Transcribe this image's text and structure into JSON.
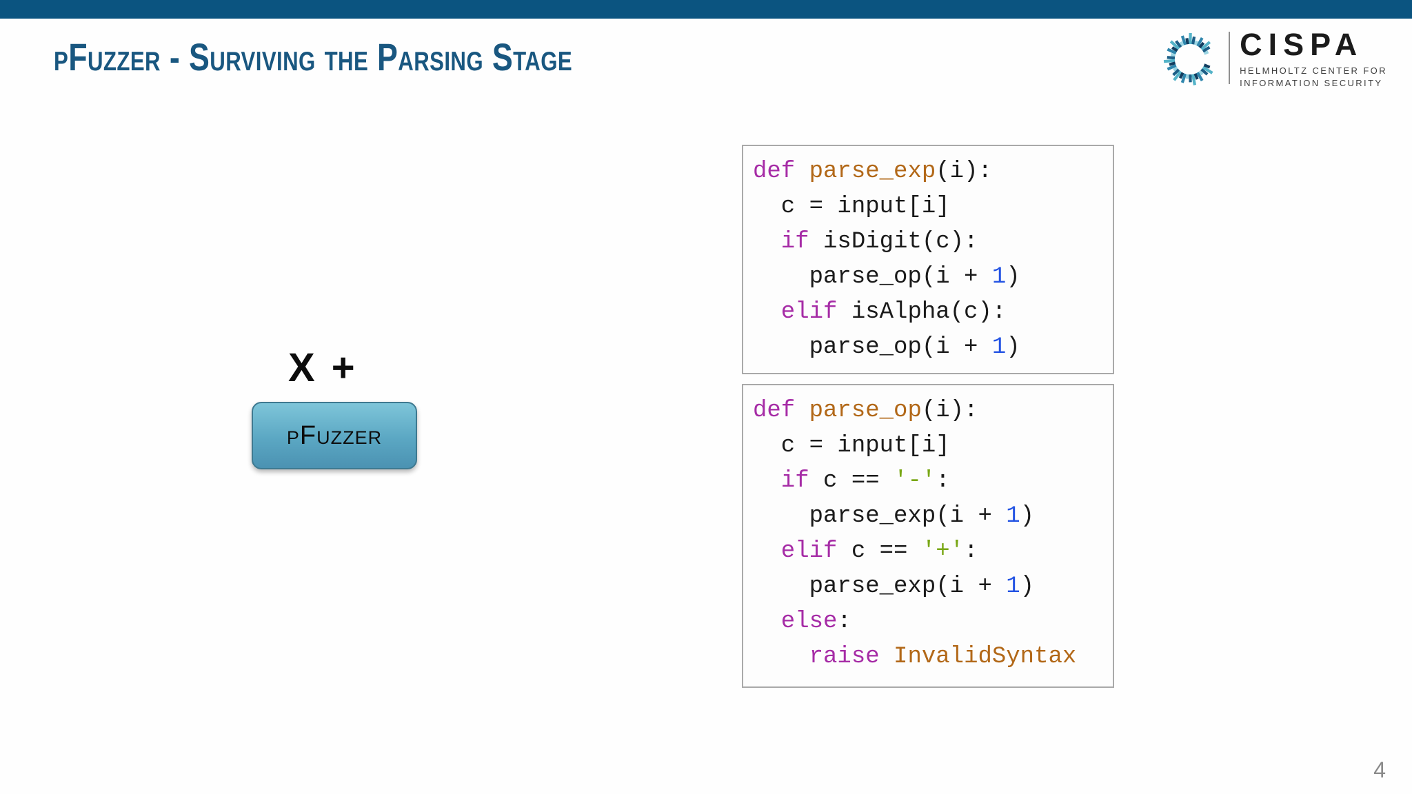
{
  "slide": {
    "title": "pFuzzer - Surviving the Parsing Stage",
    "page_number": "4"
  },
  "colors": {
    "top_bar": "#0b5480",
    "title": "#195780",
    "button_top": "#7ec5d9",
    "button_mid": "#5ba7c3",
    "button_bottom": "#4b92b2"
  },
  "logo": {
    "brand": "CISPA",
    "tagline_line1": "HELMHOLTZ CENTER FOR",
    "tagline_line2": "INFORMATION SECURITY",
    "icon_palette": [
      "#9ad4e2",
      "#54b3c8",
      "#2f86ad",
      "#1c5e86",
      "#123d5f"
    ]
  },
  "fuzzer": {
    "output_text": "X +",
    "button_label": "pFuzzer"
  },
  "code_colors": {
    "keyword": "#a62ca6",
    "function": "#b26818",
    "string": "#79a716",
    "number": "#2353e3",
    "plain": "#1a1a1a"
  },
  "code_blocks": [
    {
      "name": "parse_exp",
      "lines": [
        [
          {
            "text": "def ",
            "type": "keyword"
          },
          {
            "text": "parse_exp",
            "type": "function"
          },
          {
            "text": "(i):",
            "type": "plain"
          }
        ],
        [
          {
            "text": "  c = input[i]",
            "type": "plain"
          }
        ],
        [
          {
            "text": "  if ",
            "type": "keyword"
          },
          {
            "text": "isDigit(c):",
            "type": "plain"
          }
        ],
        [
          {
            "text": "    parse_op(i + ",
            "type": "plain"
          },
          {
            "text": "1",
            "type": "number"
          },
          {
            "text": ")",
            "type": "plain"
          }
        ],
        [
          {
            "text": "  elif ",
            "type": "keyword"
          },
          {
            "text": "isAlpha(c):",
            "type": "plain"
          }
        ],
        [
          {
            "text": "    parse_op(i + ",
            "type": "plain"
          },
          {
            "text": "1",
            "type": "number"
          },
          {
            "text": ")",
            "type": "plain"
          }
        ]
      ]
    },
    {
      "name": "parse_op",
      "lines": [
        [
          {
            "text": "def ",
            "type": "keyword"
          },
          {
            "text": "parse_op",
            "type": "function"
          },
          {
            "text": "(i):",
            "type": "plain"
          }
        ],
        [
          {
            "text": "  c = input[i]",
            "type": "plain"
          }
        ],
        [
          {
            "text": "  if ",
            "type": "keyword"
          },
          {
            "text": "c == ",
            "type": "plain"
          },
          {
            "text": "'-'",
            "type": "string"
          },
          {
            "text": ":",
            "type": "plain"
          }
        ],
        [
          {
            "text": "    parse_exp(i + ",
            "type": "plain"
          },
          {
            "text": "1",
            "type": "number"
          },
          {
            "text": ")",
            "type": "plain"
          }
        ],
        [
          {
            "text": "  elif ",
            "type": "keyword"
          },
          {
            "text": "c == ",
            "type": "plain"
          },
          {
            "text": "'+'",
            "type": "string"
          },
          {
            "text": ":",
            "type": "plain"
          }
        ],
        [
          {
            "text": "    parse_exp(i + ",
            "type": "plain"
          },
          {
            "text": "1",
            "type": "number"
          },
          {
            "text": ")",
            "type": "plain"
          }
        ],
        [
          {
            "text": "  else",
            "type": "keyword"
          },
          {
            "text": ":",
            "type": "plain"
          }
        ],
        [
          {
            "text": "    raise ",
            "type": "keyword"
          },
          {
            "text": "InvalidSyntax",
            "type": "function"
          }
        ]
      ]
    }
  ]
}
